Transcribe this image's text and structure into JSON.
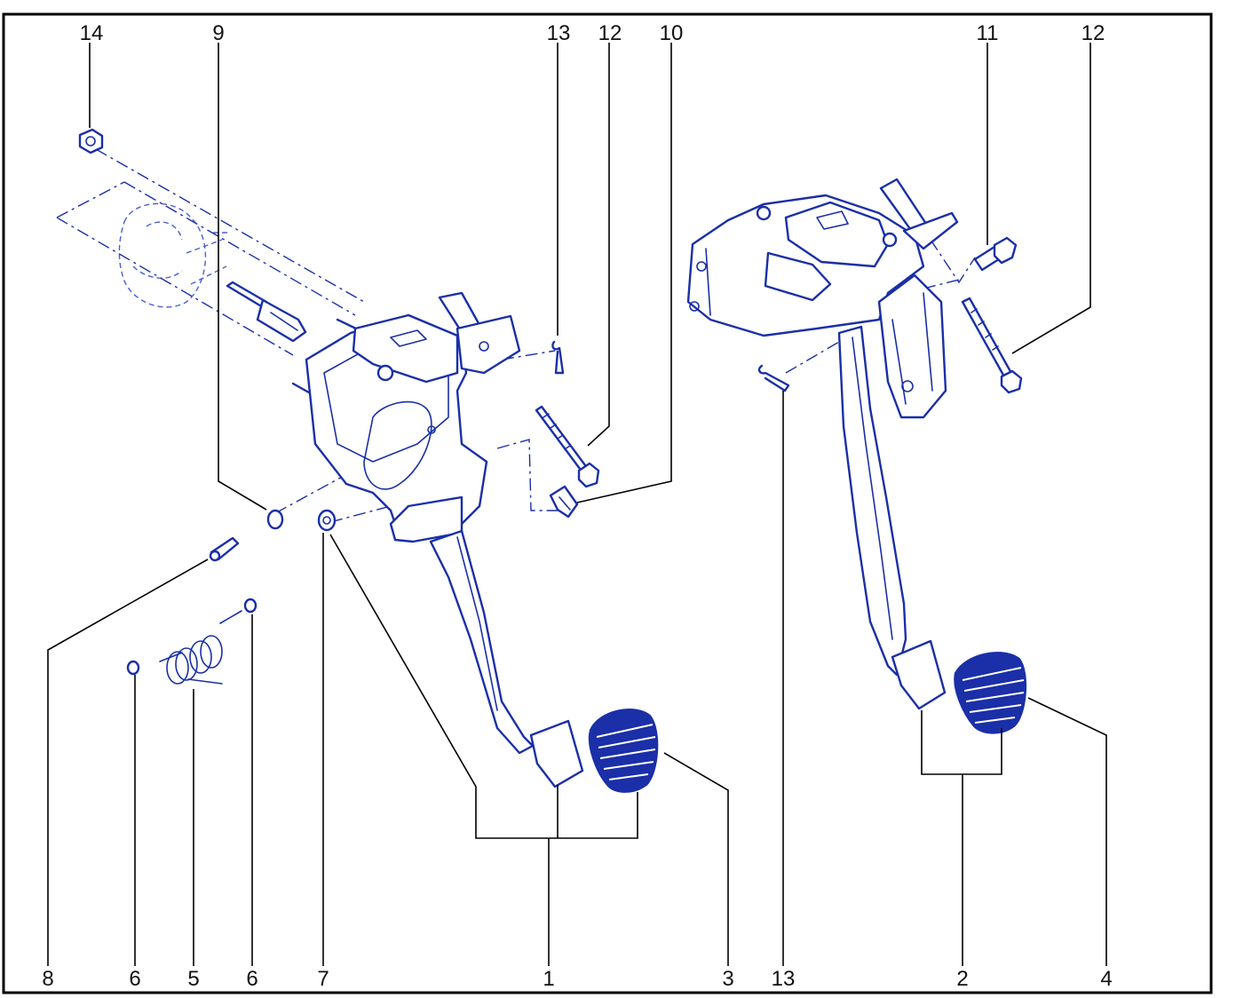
{
  "colors": {
    "line_art": "#1a2fa8",
    "leader": "#000000",
    "frame": "#000000",
    "background": "#ffffff"
  },
  "callouts": {
    "c14": "14",
    "c9": "9",
    "c13a": "13",
    "c12a": "12",
    "c10": "10",
    "c11": "11",
    "c12b": "12",
    "b8": "8",
    "b6a": "6",
    "b5": "5",
    "b6b": "6",
    "b7": "7",
    "b1": "1",
    "b3": "3",
    "b13": "13",
    "b2": "2",
    "b4": "4"
  }
}
